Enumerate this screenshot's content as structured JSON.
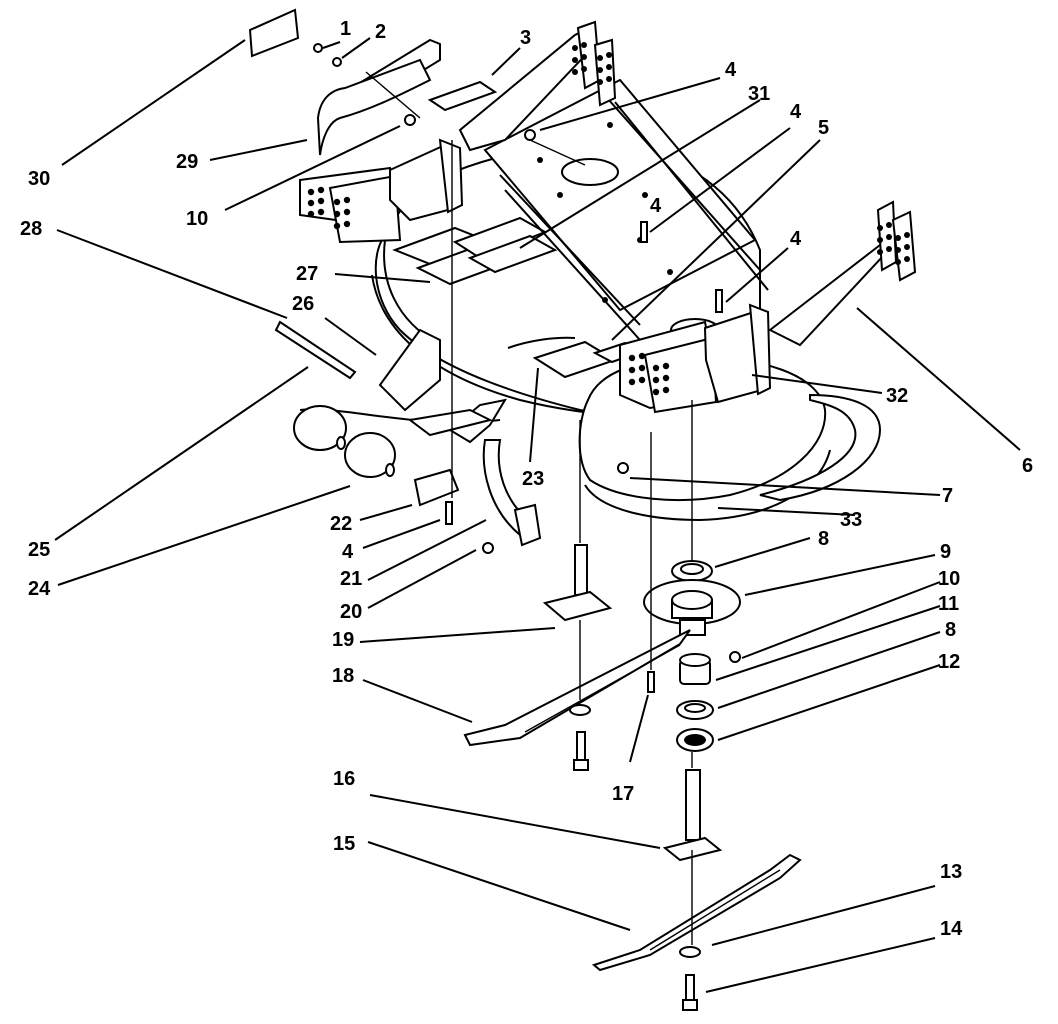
{
  "callouts": [
    {
      "id": "c1",
      "text": "1"
    },
    {
      "id": "c2",
      "text": "2"
    },
    {
      "id": "c3",
      "text": "3"
    },
    {
      "id": "c4a",
      "text": "4"
    },
    {
      "id": "c31",
      "text": "31"
    },
    {
      "id": "c4b",
      "text": "4"
    },
    {
      "id": "c5",
      "text": "5"
    },
    {
      "id": "c4c",
      "text": "4"
    },
    {
      "id": "c30",
      "text": "30"
    },
    {
      "id": "c29",
      "text": "29"
    },
    {
      "id": "c10a",
      "text": "10"
    },
    {
      "id": "c28",
      "text": "28"
    },
    {
      "id": "c26",
      "text": "26"
    },
    {
      "id": "c27",
      "text": "27"
    },
    {
      "id": "c32",
      "text": "32"
    },
    {
      "id": "c6",
      "text": "6"
    },
    {
      "id": "c23",
      "text": "23"
    },
    {
      "id": "c7",
      "text": "7"
    },
    {
      "id": "c33",
      "text": "33"
    },
    {
      "id": "c22",
      "text": "22"
    },
    {
      "id": "c4d",
      "text": "4"
    },
    {
      "id": "c25",
      "text": "25"
    },
    {
      "id": "c24",
      "text": "24"
    },
    {
      "id": "c21",
      "text": "21"
    },
    {
      "id": "c20",
      "text": "20"
    },
    {
      "id": "c8a",
      "text": "8"
    },
    {
      "id": "c9",
      "text": "9"
    },
    {
      "id": "c10b",
      "text": "10"
    },
    {
      "id": "c11",
      "text": "11"
    },
    {
      "id": "c19",
      "text": "19"
    },
    {
      "id": "c8b",
      "text": "8"
    },
    {
      "id": "c18",
      "text": "18"
    },
    {
      "id": "c12",
      "text": "12"
    },
    {
      "id": "c17",
      "text": "17"
    },
    {
      "id": "c16",
      "text": "16"
    },
    {
      "id": "c15",
      "text": "15"
    },
    {
      "id": "c13",
      "text": "13"
    },
    {
      "id": "c14",
      "text": "14"
    },
    {
      "id": "c4e",
      "text": "4"
    }
  ]
}
